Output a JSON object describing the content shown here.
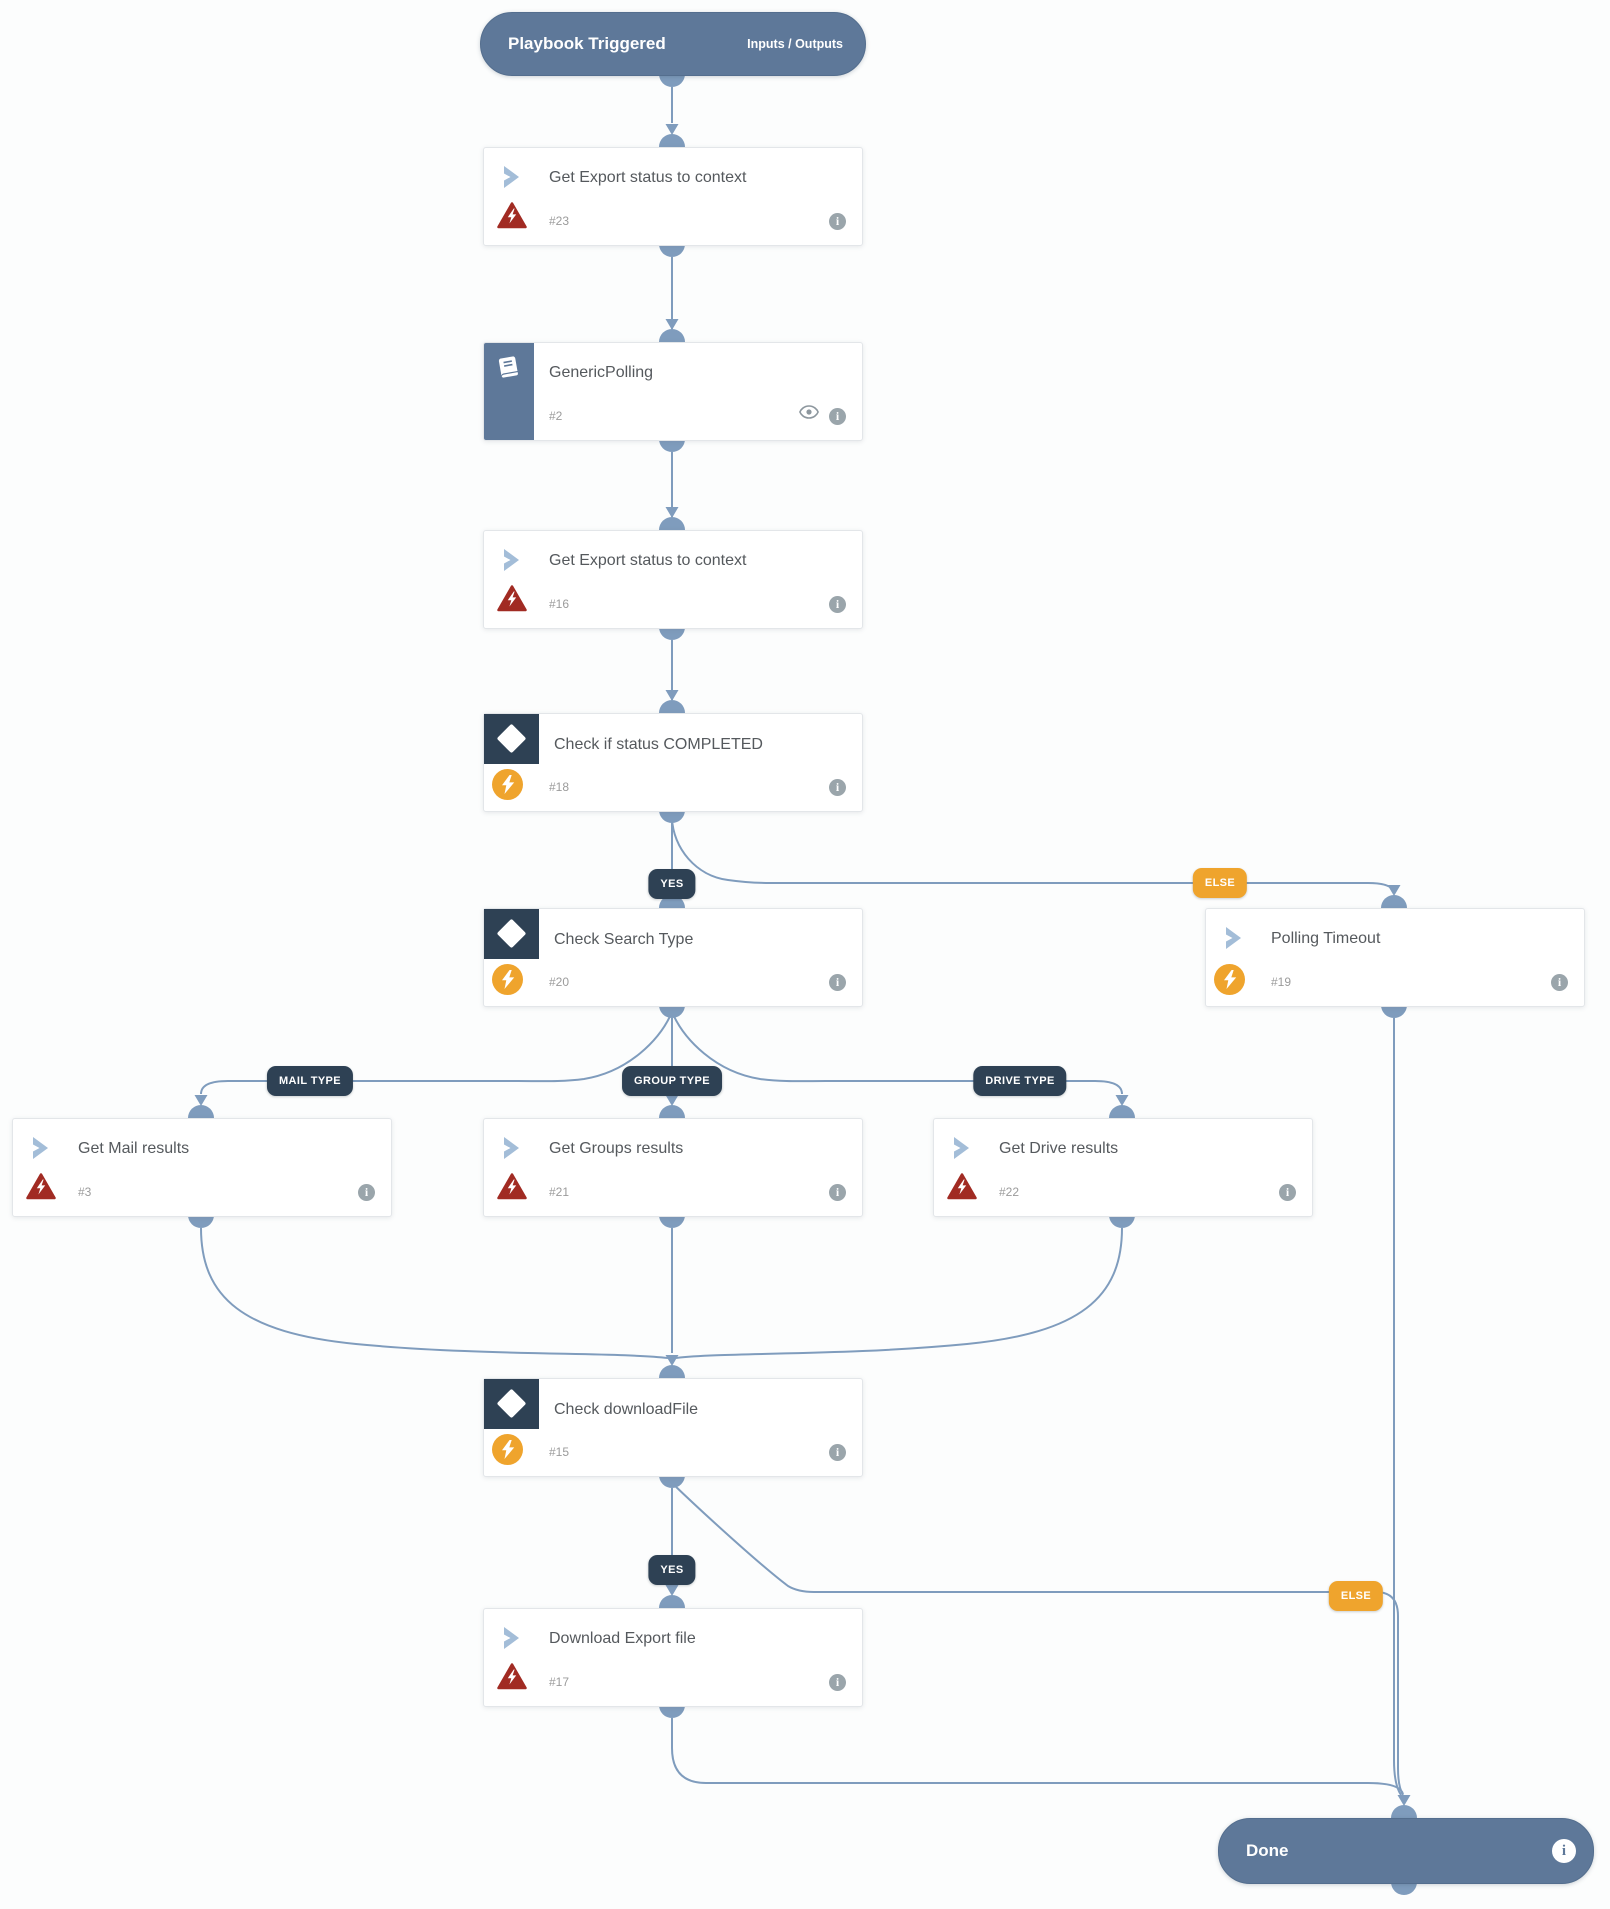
{
  "colors": {
    "edge": "#7f9cbd",
    "pill_slate": "#5e7899",
    "condition_navy": "#2e4154",
    "branch_amber": "#efa42d",
    "error_red": "#a12b23",
    "title_text": "#55595d",
    "num_text": "#9b9b9b"
  },
  "icons": {
    "info": "i"
  },
  "nodes": {
    "start": {
      "title": "Playbook Triggered",
      "meta": "Inputs / Outputs"
    },
    "export23": {
      "title": "Get Export status to context",
      "num": "#23"
    },
    "polling2": {
      "title": "GenericPolling",
      "num": "#2"
    },
    "export16": {
      "title": "Get Export status to context",
      "num": "#16"
    },
    "cond18": {
      "title": "Check if status COMPLETED",
      "num": "#18"
    },
    "cond20": {
      "title": "Check Search Type",
      "num": "#20"
    },
    "timeout19": {
      "title": "Polling Timeout",
      "num": "#19"
    },
    "mail3": {
      "title": "Get Mail results",
      "num": "#3"
    },
    "groups21": {
      "title": "Get Groups results",
      "num": "#21"
    },
    "drive22": {
      "title": "Get Drive results",
      "num": "#22"
    },
    "cond15": {
      "title": "Check downloadFile",
      "num": "#15"
    },
    "download17": {
      "title": "Download Export file",
      "num": "#17"
    },
    "done": {
      "title": "Done"
    }
  },
  "branch_labels": {
    "yes_completed": "YES",
    "else_completed": "ELSE",
    "mail_type": "MAIL TYPE",
    "group_type": "GROUP TYPE",
    "drive_type": "DRIVE TYPE",
    "yes_download": "YES",
    "else_download": "ELSE"
  }
}
